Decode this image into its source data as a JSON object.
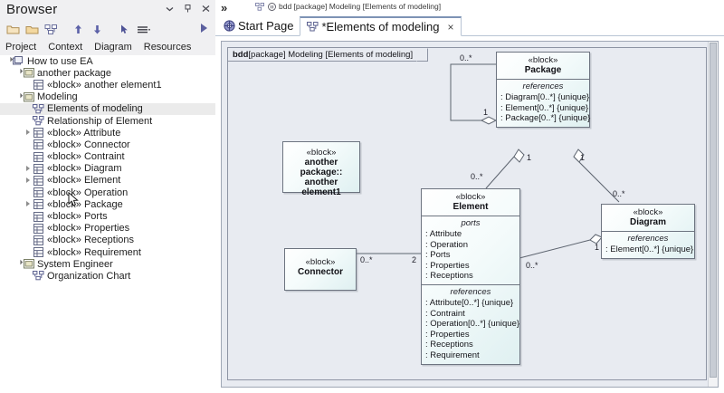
{
  "browser": {
    "title": "Browser",
    "header_buttons": [
      {
        "name": "dropdown-caret",
        "label": "▾"
      },
      {
        "name": "pin",
        "label": "⚓"
      },
      {
        "name": "close",
        "label": "×"
      }
    ],
    "toolbar_icons": [
      "open-folder-icon",
      "folder-icon",
      "diagram-icon",
      "move-up-icon",
      "move-down-icon",
      "pointer-icon",
      "menu-icon"
    ],
    "toolbar_more": "▶",
    "tabs": [
      "Project",
      "Context",
      "Diagram",
      "Resources"
    ],
    "tree": [
      {
        "label": "How to use EA",
        "depth": 0,
        "twist": "open",
        "icon": "model-icon",
        "selected": false
      },
      {
        "label": "another package",
        "depth": 1,
        "twist": "open",
        "icon": "package-icon",
        "selected": false
      },
      {
        "label": "«block» another element1",
        "depth": 2,
        "twist": "none",
        "icon": "block-icon",
        "selected": false
      },
      {
        "label": "Modeling",
        "depth": 1,
        "twist": "open",
        "icon": "package-icon",
        "selected": false
      },
      {
        "label": "Elements of modeling",
        "depth": 2,
        "twist": "none",
        "icon": "diagram-icon",
        "selected": true
      },
      {
        "label": "Relationship of Element",
        "depth": 2,
        "twist": "none",
        "icon": "diagram-icon",
        "selected": false
      },
      {
        "label": "«block» Attribute",
        "depth": 2,
        "twist": "closed",
        "icon": "block-icon",
        "selected": false
      },
      {
        "label": "«block» Connector",
        "depth": 2,
        "twist": "none",
        "icon": "block-icon",
        "selected": false
      },
      {
        "label": "«block» Contraint",
        "depth": 2,
        "twist": "none",
        "icon": "block-icon",
        "selected": false
      },
      {
        "label": "«block» Diagram",
        "depth": 2,
        "twist": "closed",
        "icon": "block-icon",
        "selected": false
      },
      {
        "label": "«block» Element",
        "depth": 2,
        "twist": "closed",
        "icon": "block-icon",
        "selected": false
      },
      {
        "label": "«block» Operation",
        "depth": 2,
        "twist": "none",
        "icon": "block-icon",
        "selected": false
      },
      {
        "label": "«block» Package",
        "depth": 2,
        "twist": "closed",
        "icon": "block-icon",
        "selected": false
      },
      {
        "label": "«block» Ports",
        "depth": 2,
        "twist": "none",
        "icon": "block-icon",
        "selected": false
      },
      {
        "label": "«block» Properties",
        "depth": 2,
        "twist": "none",
        "icon": "block-icon",
        "selected": false
      },
      {
        "label": "«block» Receptions",
        "depth": 2,
        "twist": "none",
        "icon": "block-icon",
        "selected": false
      },
      {
        "label": "«block» Requirement",
        "depth": 2,
        "twist": "none",
        "icon": "block-icon",
        "selected": false
      },
      {
        "label": "System Engineer",
        "depth": 1,
        "twist": "open",
        "icon": "package-icon",
        "selected": false
      },
      {
        "label": "Organization Chart",
        "depth": 2,
        "twist": "none",
        "icon": "diagram-icon",
        "selected": false
      }
    ]
  },
  "editor": {
    "chevron": "»",
    "breadcrumb": "bdd [package] Modeling [Elements of modeling]",
    "tabs": [
      {
        "label": "Start Page",
        "icon": "start-page-icon",
        "active": false,
        "closable": false
      },
      {
        "label": "*Elements of modeling",
        "icon": "diagram-icon",
        "active": true,
        "closable": true,
        "close": "×"
      }
    ]
  },
  "diagram": {
    "frame_prefix": "bdd",
    "frame_label": "[package] Modeling [Elements of modeling]",
    "blocks": [
      {
        "id": "package",
        "stereotype": "«block»",
        "name": "Package",
        "compartments": [
          {
            "caption": "references",
            "features": [
              ": Diagram[0..*] {unique}",
              ": Element[0..*] {unique}",
              ": Package[0..*] {unique}"
            ]
          }
        ]
      },
      {
        "id": "another-element1",
        "stereotype": "«block»",
        "name": "another package::\nanother element1",
        "name_line1": "another package::",
        "name_line2": "another element1",
        "compartments": []
      },
      {
        "id": "element",
        "stereotype": "«block»",
        "name": "Element",
        "compartments": [
          {
            "caption": "ports",
            "features": [
              ": Attribute",
              ": Operation",
              ": Ports",
              ": Properties",
              ": Receptions"
            ]
          },
          {
            "caption": "references",
            "features": [
              ": Attribute[0..*] {unique}",
              ": Contraint",
              ": Operation[0..*] {unique}",
              ": Properties",
              ": Receptions",
              ": Requirement"
            ]
          }
        ]
      },
      {
        "id": "diagram",
        "stereotype": "«block»",
        "name": "Diagram",
        "compartments": [
          {
            "caption": "references",
            "features": [
              ": Element[0..*] {unique}"
            ]
          }
        ]
      },
      {
        "id": "connector",
        "stereotype": "«block»",
        "name": "Connector",
        "compartments": []
      }
    ],
    "multiplicities": {
      "pkg_self_star": "0..*",
      "pkg_self_one": "1",
      "pkg_elem_one": "1",
      "pkg_elem_star": "0..*",
      "pkg_diag_one": "1",
      "pkg_diag_star": "0..*",
      "elem_diag_star": "0..*",
      "elem_diag_one": "1",
      "conn_elem_star": "0..*",
      "conn_elem_two": "2"
    }
  }
}
